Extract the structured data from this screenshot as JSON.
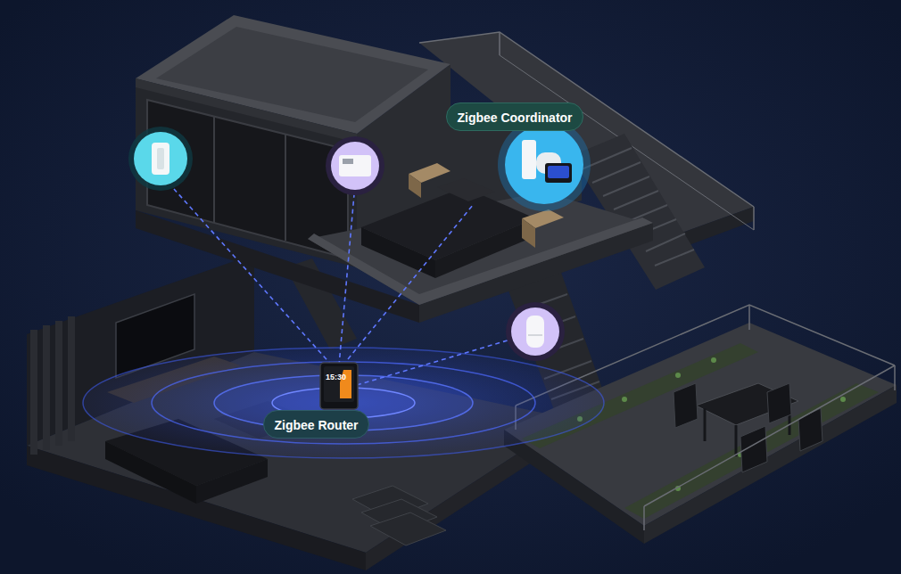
{
  "diagram": {
    "nodes": [
      {
        "text": [
          "Zigbee Coordinator"
        ]
      },
      {
        "text": [
          "Zigbee Router"
        ]
      }
    ],
    "edges": [
      {
        "from": 1,
        "to": 0,
        "arrow": "none"
      }
    ],
    "labels": [
      "15:30"
    ]
  }
}
